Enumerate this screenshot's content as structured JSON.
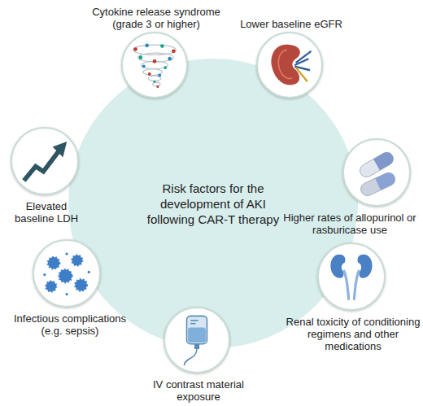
{
  "diagram": {
    "nodes": [
      {
        "text": [
          "Risk factors for the development of AKI following CAR-T therapy"
        ]
      },
      {
        "text": [
          "Cytokine release syndrome (grade 3 or higher)"
        ]
      },
      {
        "text": [
          "Lower baseline eGFR"
        ]
      },
      {
        "text": [
          "Elevated baseline LDH"
        ]
      },
      {
        "text": [
          "Higher rates of allopurinol or rasburicase use"
        ]
      },
      {
        "text": [
          "Infectious complications (e.g. sepsis)"
        ]
      },
      {
        "text": [
          "Renal toxicity of conditioning regimens and other medications"
        ]
      },
      {
        "text": [
          "IV contrast material exposure"
        ]
      }
    ]
  }
}
